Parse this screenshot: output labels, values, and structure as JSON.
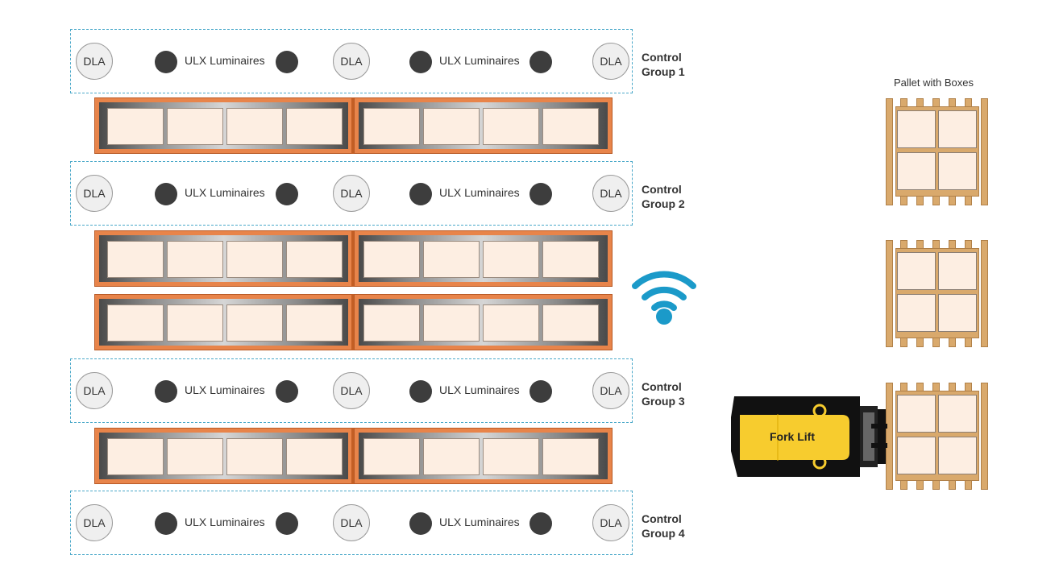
{
  "control_groups": [
    {
      "label_line1": "Control",
      "label_line2": "Group 1"
    },
    {
      "label_line1": "Control",
      "label_line2": "Group 2"
    },
    {
      "label_line1": "Control",
      "label_line2": "Group 3"
    },
    {
      "label_line1": "Control",
      "label_line2": "Group 4"
    }
  ],
  "dla_label": "DLA",
  "luminaire_label": "ULX Luminaires",
  "pallet_title": "Pallet with Boxes",
  "forklift_label": "Fork Lift",
  "icons": {
    "wireless": "wifi-icon",
    "forklift": "forklift-icon"
  },
  "colors": {
    "group_border": "#4aa8c9",
    "rack_frame": "#e8844a",
    "wifi": "#1b9ac9",
    "forklift_body": "#f7cc2e",
    "pallet_wood": "#d9a96c",
    "box_fill": "#fdeee2"
  }
}
